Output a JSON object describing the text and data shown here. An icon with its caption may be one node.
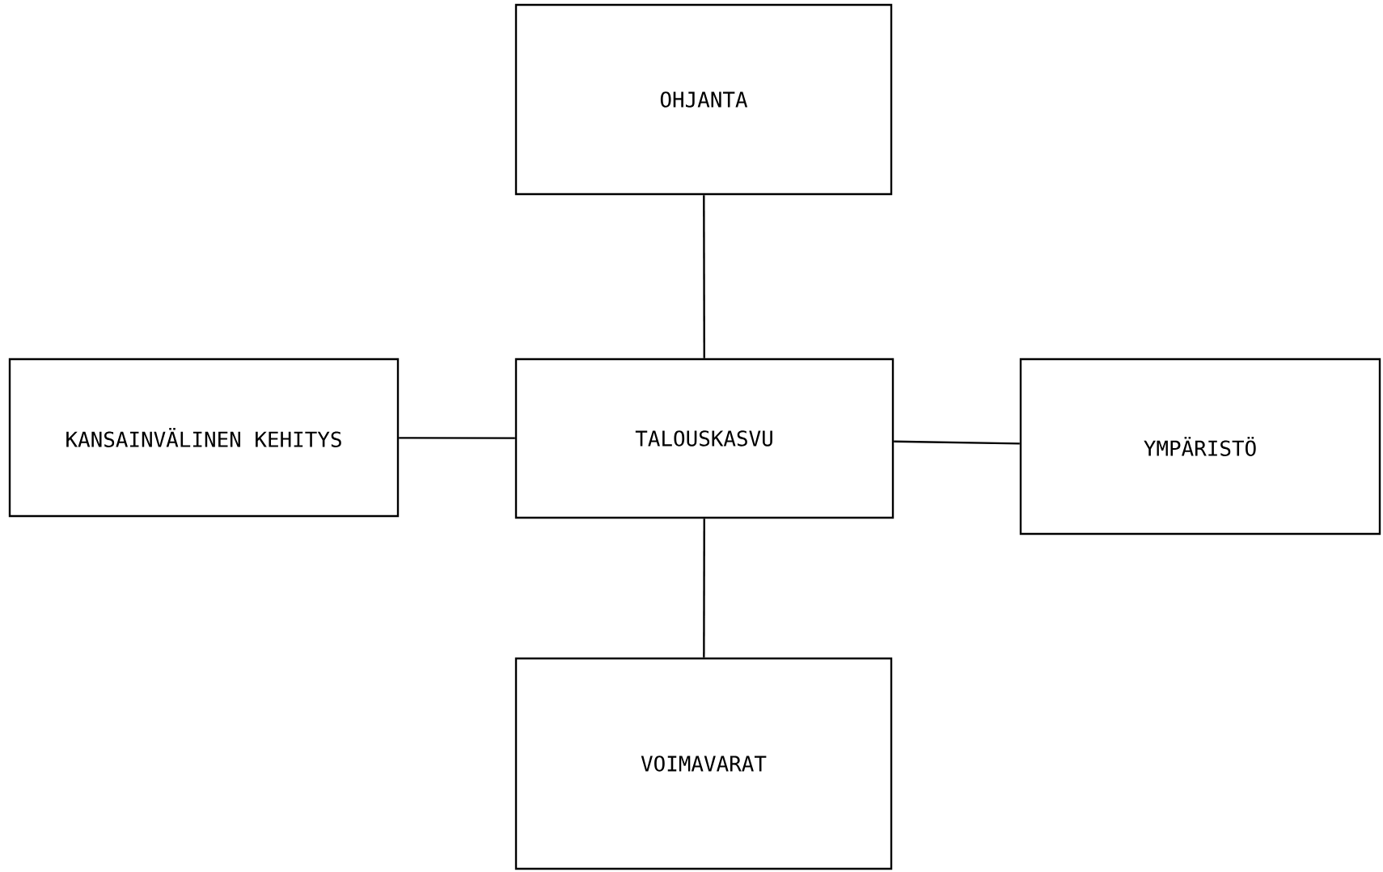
{
  "diagram": {
    "nodes": [
      {
        "text": [
          "OHJANTA"
        ]
      },
      {
        "text": [
          "KANSAINVÄLINEN KEHITYS"
        ]
      },
      {
        "text": [
          "TALOUSKASVU"
        ]
      },
      {
        "text": [
          "YMPÄRISTÖ"
        ]
      },
      {
        "text": [
          "VOIMAVARAT"
        ]
      }
    ],
    "edges": [
      {
        "from": 0,
        "to": 2,
        "arrow": "none"
      },
      {
        "from": 1,
        "to": 2,
        "arrow": "none"
      },
      {
        "from": 2,
        "to": 3,
        "arrow": "none"
      },
      {
        "from": 2,
        "to": 4,
        "arrow": "none"
      }
    ]
  }
}
